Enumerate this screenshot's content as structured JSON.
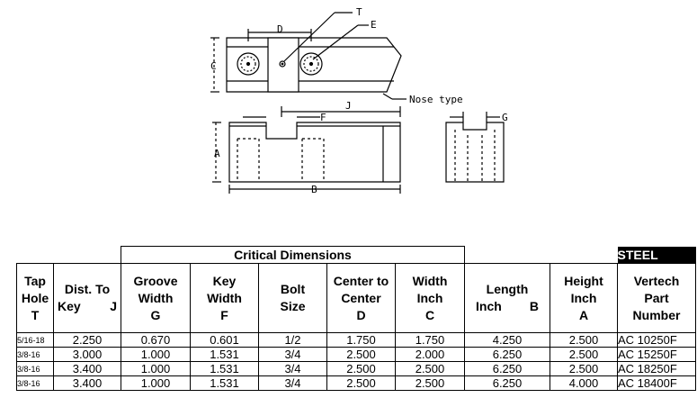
{
  "drawing": {
    "labels": {
      "T": "T",
      "E": "E",
      "D": "D",
      "C": "C",
      "J": "J",
      "F": "F",
      "A": "A",
      "B": "B",
      "G": "G",
      "nose": "Nose type"
    }
  },
  "table": {
    "group_header": "Critical Dimensions",
    "steel_label": "STEEL",
    "columns": {
      "tap": [
        "Tap",
        "Hole",
        "T"
      ],
      "dist": [
        "Dist. To",
        "Key",
        "J"
      ],
      "groove": [
        "Groove",
        "Width",
        "G"
      ],
      "key": [
        "Key",
        "Width",
        "F"
      ],
      "bolt": [
        "Bolt",
        "Size"
      ],
      "center": [
        "Center to",
        "Center",
        "D"
      ],
      "width": [
        "Width",
        "Inch",
        "C"
      ],
      "length": [
        "Length",
        "Inch",
        "B"
      ],
      "height": [
        "Height",
        "Inch",
        "A"
      ],
      "part": [
        "Vertech",
        "Part",
        "Number"
      ]
    },
    "rows": [
      {
        "tap": "5/16-18",
        "dist": "2.250",
        "groove": "0.670",
        "key": "0.601",
        "bolt": "1/2",
        "center": "1.750",
        "width": "1.750",
        "length": "4.250",
        "height": "2.500",
        "part": "AC 10250F"
      },
      {
        "tap": "3/8-16",
        "dist": "3.000",
        "groove": "1.000",
        "key": "1.531",
        "bolt": "3/4",
        "center": "2.500",
        "width": "2.000",
        "length": "6.250",
        "height": "2.500",
        "part": "AC 15250F"
      },
      {
        "tap": "3/8-16",
        "dist": "3.400",
        "groove": "1.000",
        "key": "1.531",
        "bolt": "3/4",
        "center": "2.500",
        "width": "2.500",
        "length": "6.250",
        "height": "2.500",
        "part": "AC 18250F"
      },
      {
        "tap": "3/8-16",
        "dist": "3.400",
        "groove": "1.000",
        "key": "1.531",
        "bolt": "3/4",
        "center": "2.500",
        "width": "2.500",
        "length": "6.250",
        "height": "4.000",
        "part": "AC 18400F"
      }
    ]
  }
}
